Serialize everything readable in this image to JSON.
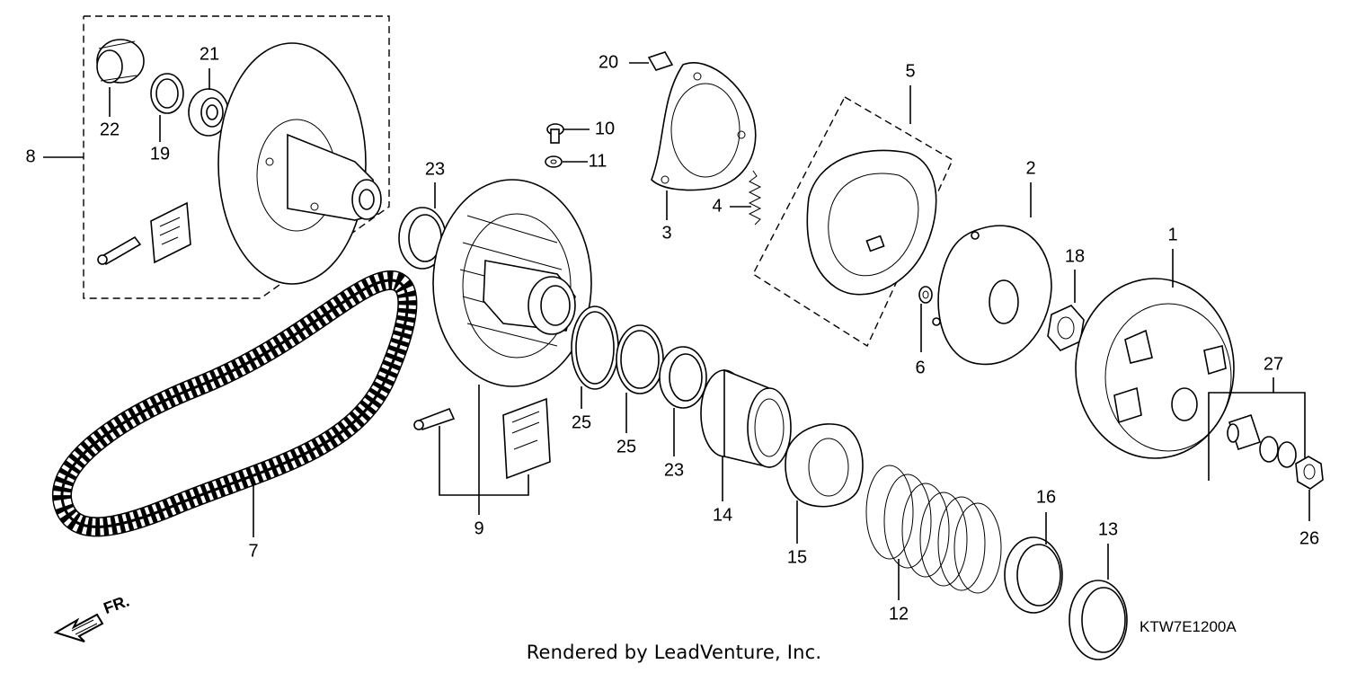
{
  "diagram": {
    "code": "KTW7E1200A",
    "footer": "Rendered by LeadVenture, Inc.",
    "direction_label": "FR.",
    "callouts": [
      "1",
      "2",
      "3",
      "4",
      "5",
      "6",
      "7",
      "8",
      "9",
      "10",
      "11",
      "12",
      "13",
      "14",
      "15",
      "16",
      "18",
      "19",
      "20",
      "21",
      "22",
      "23",
      "23",
      "25",
      "25",
      "26",
      "27"
    ]
  }
}
